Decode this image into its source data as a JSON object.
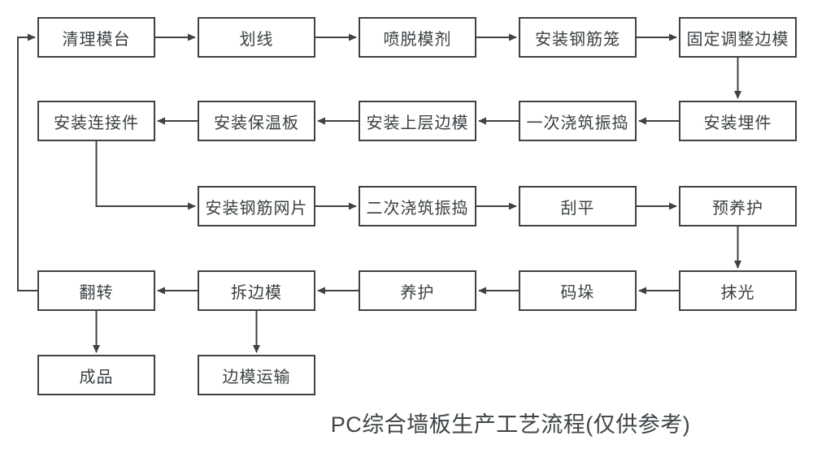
{
  "diagram": {
    "title": "PC综合墙板生产工艺流程(仅供参考)",
    "colors": {
      "stroke": "#3f4245",
      "text": "#3b4043",
      "background": "#ffffff"
    },
    "nodes": [
      {
        "id": "clean-mold-table",
        "label": "清理模台",
        "row": 1,
        "col": 1
      },
      {
        "id": "scribe-lines",
        "label": "划线",
        "row": 1,
        "col": 2
      },
      {
        "id": "spray-release-agent",
        "label": "喷脱模剂",
        "row": 1,
        "col": 3
      },
      {
        "id": "install-rebar-cage",
        "label": "安装钢筋笼",
        "row": 1,
        "col": 4
      },
      {
        "id": "fix-adjust-side-forms",
        "label": "固定调整边模",
        "row": 1,
        "col": 5
      },
      {
        "id": "install-embeds",
        "label": "安装埋件",
        "row": 2,
        "col": 5
      },
      {
        "id": "first-pour-vibrate",
        "label": "一次浇筑振捣",
        "row": 2,
        "col": 4
      },
      {
        "id": "install-upper-forms",
        "label": "安装上层边模",
        "row": 2,
        "col": 3
      },
      {
        "id": "install-insulation",
        "label": "安装保温板",
        "row": 2,
        "col": 2
      },
      {
        "id": "install-connectors",
        "label": "安装连接件",
        "row": 2,
        "col": 1
      },
      {
        "id": "install-rebar-mesh",
        "label": "安装钢筋网片",
        "row": 3,
        "col": 2
      },
      {
        "id": "second-pour-vibrate",
        "label": "二次浇筑振捣",
        "row": 3,
        "col": 3
      },
      {
        "id": "screed-flat",
        "label": "刮平",
        "row": 3,
        "col": 4
      },
      {
        "id": "pre-curing",
        "label": "预养护",
        "row": 3,
        "col": 5
      },
      {
        "id": "trowel-finish",
        "label": "抹光",
        "row": 4,
        "col": 5
      },
      {
        "id": "stacking",
        "label": "码垛",
        "row": 4,
        "col": 4
      },
      {
        "id": "curing",
        "label": "养护",
        "row": 4,
        "col": 3
      },
      {
        "id": "remove-side-forms",
        "label": "拆边模",
        "row": 4,
        "col": 2
      },
      {
        "id": "flip-over",
        "label": "翻转",
        "row": 4,
        "col": 1
      },
      {
        "id": "finished-product",
        "label": "成品",
        "row": 5,
        "col": 1
      },
      {
        "id": "side-form-transport",
        "label": "边模运输",
        "row": 5,
        "col": 2
      }
    ],
    "edges": [
      {
        "from": "clean-mold-table",
        "to": "scribe-lines"
      },
      {
        "from": "scribe-lines",
        "to": "spray-release-agent"
      },
      {
        "from": "spray-release-agent",
        "to": "install-rebar-cage"
      },
      {
        "from": "install-rebar-cage",
        "to": "fix-adjust-side-forms"
      },
      {
        "from": "fix-adjust-side-forms",
        "to": "install-embeds"
      },
      {
        "from": "install-embeds",
        "to": "first-pour-vibrate"
      },
      {
        "from": "first-pour-vibrate",
        "to": "install-upper-forms"
      },
      {
        "from": "install-upper-forms",
        "to": "install-insulation"
      },
      {
        "from": "install-insulation",
        "to": "install-connectors"
      },
      {
        "from": "install-connectors",
        "to": "install-rebar-mesh"
      },
      {
        "from": "install-rebar-mesh",
        "to": "second-pour-vibrate"
      },
      {
        "from": "second-pour-vibrate",
        "to": "screed-flat"
      },
      {
        "from": "screed-flat",
        "to": "pre-curing"
      },
      {
        "from": "pre-curing",
        "to": "trowel-finish"
      },
      {
        "from": "trowel-finish",
        "to": "stacking"
      },
      {
        "from": "stacking",
        "to": "curing"
      },
      {
        "from": "curing",
        "to": "remove-side-forms"
      },
      {
        "from": "remove-side-forms",
        "to": "flip-over"
      },
      {
        "from": "flip-over",
        "to": "clean-mold-table"
      },
      {
        "from": "flip-over",
        "to": "finished-product"
      },
      {
        "from": "remove-side-forms",
        "to": "side-form-transport"
      }
    ]
  }
}
